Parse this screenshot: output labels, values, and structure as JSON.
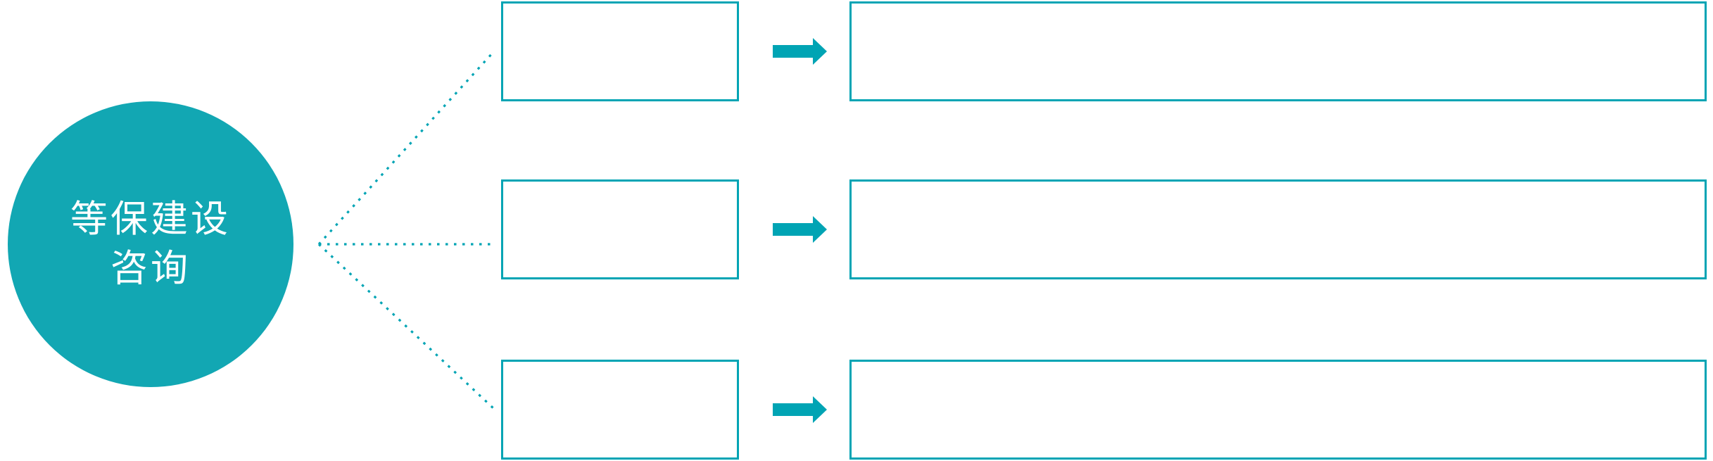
{
  "diagram": {
    "root": {
      "label_line1": "等保建设",
      "label_line2": "咨询"
    },
    "rows": [
      {
        "step_label": "",
        "detail_label": ""
      },
      {
        "step_label": "",
        "detail_label": ""
      },
      {
        "step_label": "",
        "detail_label": ""
      }
    ],
    "icons": {
      "arrow": "arrow-right-icon",
      "connector": "dotted-branch-lines"
    },
    "colors": {
      "accent_teal": "#00A4B4",
      "circle_fill": "#12A7B3",
      "label_text": "#FFFFFF",
      "background": "#FFFFFF"
    }
  }
}
